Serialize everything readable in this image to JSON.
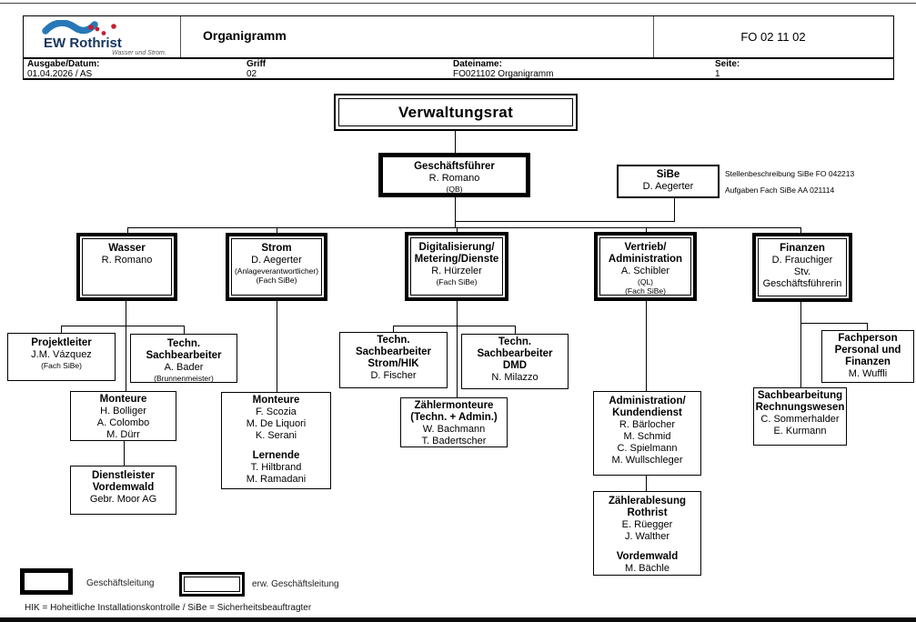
{
  "header": {
    "logo_name": "EW Rothrist",
    "logo_tagline": "Wasser und Strom.",
    "title": "Organigramm",
    "doc_number": "FO 02 11 02",
    "fields": [
      {
        "label": "Ausgabe/Datum:",
        "value": "01.04.2026 / AS"
      },
      {
        "label": "Griff",
        "value": "02"
      },
      {
        "label": "Dateiname:",
        "value": "FO021102 Organigramm"
      },
      {
        "label": "Seite:",
        "value": "1"
      }
    ]
  },
  "colors": {
    "logo_wave": "#2878b8",
    "logo_dots": "#c32032",
    "logo_text": "#16355e"
  },
  "org": {
    "verwaltungsrat": [
      "Verwaltungsrat"
    ],
    "geschaeftsfuehrer": [
      "Geschäftsführer",
      "R. Romano",
      "(QB)"
    ],
    "sibe": [
      "SiBe",
      "D. Aegerter"
    ],
    "sibe_notes": [
      "Stellenbeschreibung SiBe FO 042213",
      "Aufgaben Fach SiBe AA 021114"
    ],
    "wasser": [
      "Wasser",
      "R. Romano"
    ],
    "strom": [
      "Strom",
      "D. Aegerter",
      "(Anlageverantwortlicher)",
      "(Fach SiBe)"
    ],
    "digitalisierung": [
      "Digitalisierung/",
      "Metering/Dienste",
      "R. Hürzeler",
      "(Fach SiBe)"
    ],
    "vertrieb": [
      "Vertrieb/",
      "Administration",
      "A. Schibler",
      "(QL)",
      "(Fach SiBe)"
    ],
    "finanzen": [
      "Finanzen",
      "D. Frauchiger",
      "Stv. Geschäftsführerin"
    ],
    "projektleiter": [
      "Projektleiter",
      "J.M. Vázquez",
      "(Fach SiBe)"
    ],
    "techn_sb_wasser": [
      "Techn.",
      "Sachbearbeiter",
      "A. Bader",
      "(Brunnenmeister)"
    ],
    "monteure_wasser": [
      "Monteure",
      "H. Bolliger",
      "A. Colombo",
      "M. Dürr"
    ],
    "dienstleister": [
      "Dienstleister",
      "Vordemwald",
      "Gebr. Moor AG"
    ],
    "monteure_strom": [
      "Monteure",
      "F. Scozia",
      "M. De Liquori",
      "K. Serani",
      "Lernende",
      "T. Hiltbrand",
      "M. Ramadani"
    ],
    "techn_sb_strom_hik": [
      "Techn.",
      "Sachbearbeiter",
      "Strom/HIK",
      "D. Fischer"
    ],
    "techn_sb_dmd": [
      "Techn.",
      "Sachbearbeiter",
      "DMD",
      "N. Milazzo"
    ],
    "zaehlermonteure": [
      "Zählermonteure",
      "(Techn. + Admin.)",
      "W. Bachmann",
      "T. Badertscher"
    ],
    "administration": [
      "Administration/",
      "Kundendienst",
      "R. Bärlocher",
      "M. Schmid",
      "C. Spielmann",
      "M. Wullschleger"
    ],
    "zaehlerablesung": [
      "Zählerablesung",
      "Rothrist",
      "E. Rüegger",
      "J. Walther",
      "Vordemwald",
      "M. Bächle"
    ],
    "fachperson": [
      "Fachperson",
      "Personal und",
      "Finanzen",
      "M. Wuffli"
    ],
    "sachbearbeitung_rw": [
      "Sachbearbeitung",
      "Rechnungswesen",
      "C. Sommerhalder",
      "E. Kurmann"
    ]
  },
  "legend": {
    "geschaeftsleitung": "Geschäftsleitung",
    "erw_geschaeftsleitung": "erw. Geschäftsleitung"
  },
  "footnote": "HIK = Hoheitliche Installationskontrolle   /   SiBe = Sicherheitsbeauftragter"
}
